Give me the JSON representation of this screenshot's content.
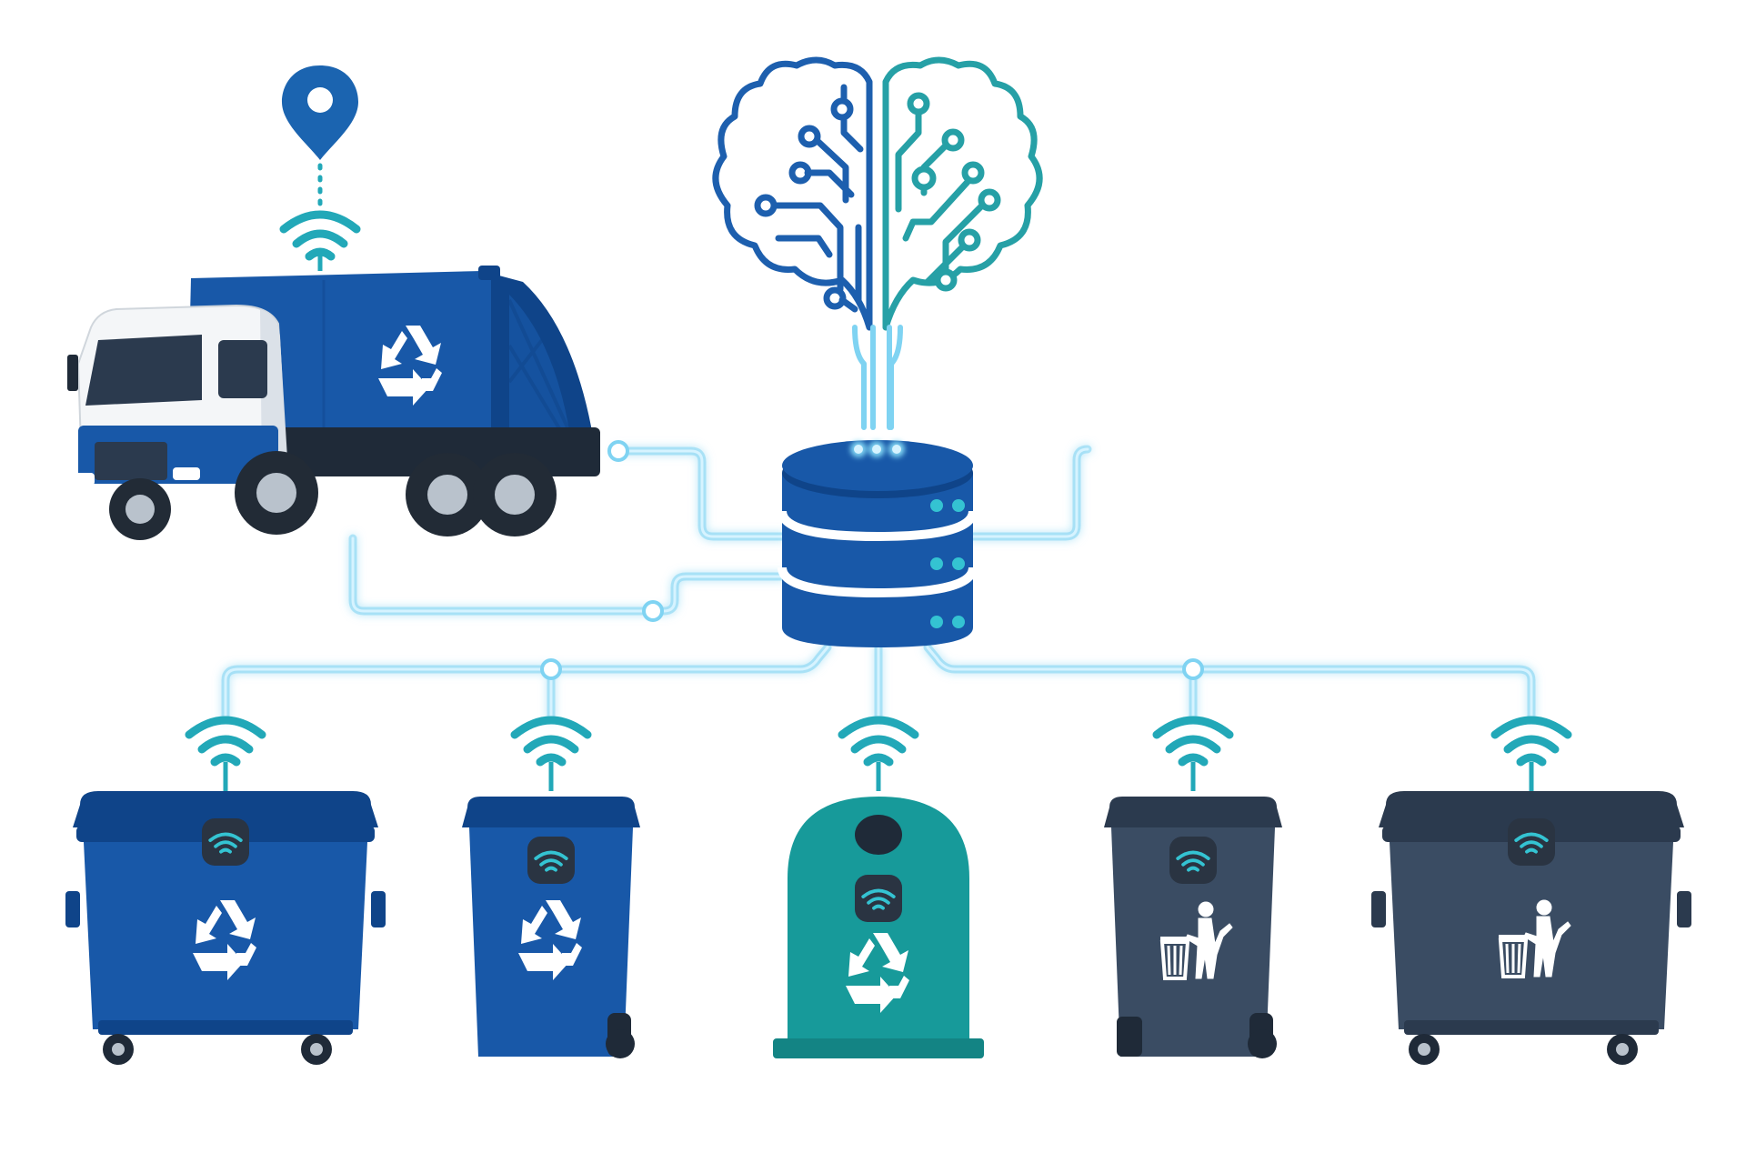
{
  "colors": {
    "blue": "#1858a8",
    "blue_dark": "#0f4489",
    "teal": "#179a9a",
    "slate": "#3a4c63",
    "slate_dark": "#2b3a4e",
    "glow": "#7fd3f2",
    "glow_core": "#d6f3ff",
    "sensor": "#2a3442",
    "sensor_signal": "#34c3d2",
    "signal": "#22a8b8",
    "pin": "#1b64b0",
    "brain_left": "#1d5fae",
    "brain_right": "#26a0a6",
    "white": "#ffffff"
  },
  "nodes": {
    "truck": {
      "icon": "garbage-truck-icon",
      "badges": [
        "location-pin-icon",
        "wifi-signal-icon",
        "recycle-icon"
      ]
    },
    "ai": {
      "icon": "circuit-brain-icon"
    },
    "server": {
      "icon": "database-server-icon",
      "status_leds": 3
    },
    "bins": [
      {
        "id": "large-recycling-container",
        "color_key": "blue",
        "symbol": "recycle-icon"
      },
      {
        "id": "wheelie-recycling-bin",
        "color_key": "blue",
        "symbol": "recycle-icon"
      },
      {
        "id": "glass-recycling-igloo",
        "color_key": "teal",
        "symbol": "recycle-icon"
      },
      {
        "id": "wheelie-general-waste-bin",
        "color_key": "slate",
        "symbol": "litter-bin-icon"
      },
      {
        "id": "large-general-waste-container",
        "color_key": "slate",
        "symbol": "litter-bin-icon"
      }
    ]
  }
}
